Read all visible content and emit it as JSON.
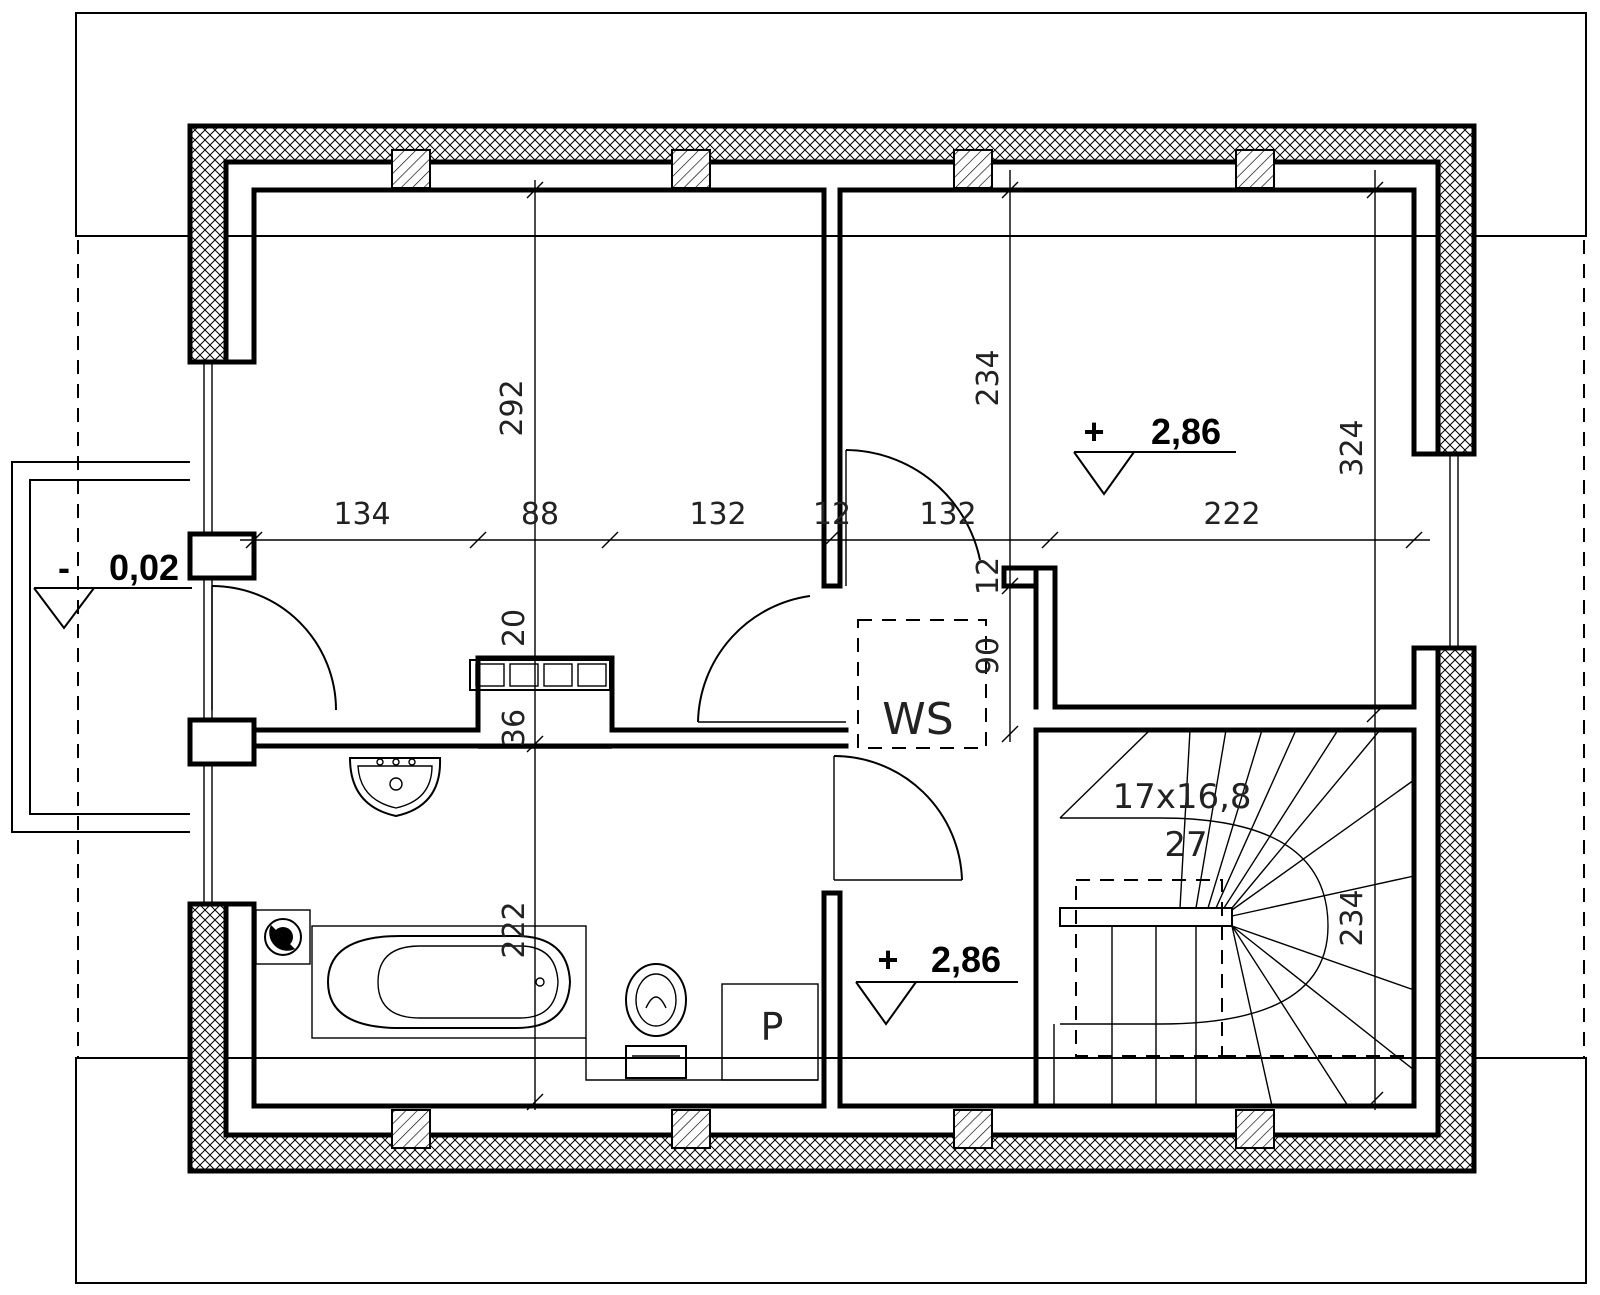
{
  "dimensions": {
    "d134": "134",
    "d88": "88",
    "d132a": "132",
    "d12a": "12",
    "d132b": "132",
    "d222h": "222",
    "d292": "292",
    "d234a": "234",
    "d324": "324",
    "d20": "20",
    "d36": "36",
    "d90": "90",
    "d12b": "12",
    "d222v": "222",
    "d234b": "234"
  },
  "elevations": {
    "upper_right": {
      "sign": "+",
      "value": "2,86"
    },
    "hall": {
      "sign": "+",
      "value": "2,86"
    },
    "balcony": {
      "sign": "-",
      "value": "0,02"
    }
  },
  "labels": {
    "ws": "WS",
    "stairs_spec": "17x16,8",
    "stairs_count": "27",
    "p": "P"
  }
}
